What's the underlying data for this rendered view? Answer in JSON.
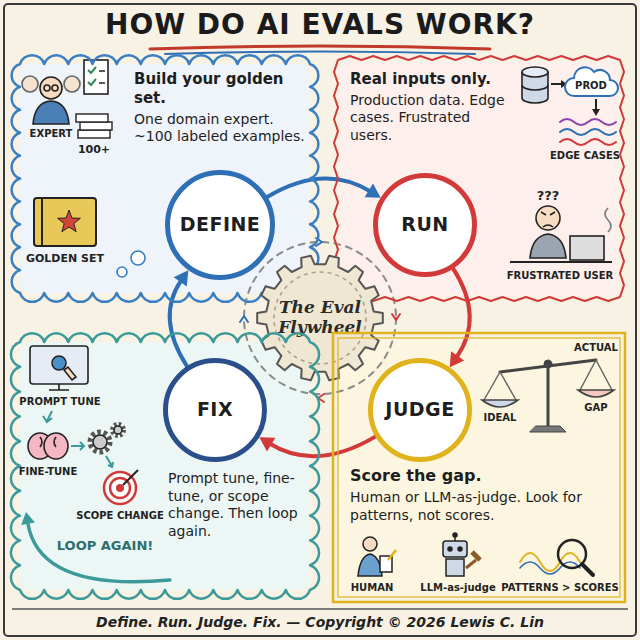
{
  "diagram": {
    "title": "HOW DO AI EVALS WORK?",
    "caption": "Define. Run. Judge. Fix. — Copyright © 2026 Lewis C. Lin",
    "nodes": [
      {
        "text": [
          "Build your golden set.",
          "One domain expert. ~100 labeled examples."
        ]
      },
      {
        "text": [
          "Real inputs only.",
          "Production data. Edge cases. Frustrated users."
        ]
      },
      {
        "text": [
          "DEFINE"
        ]
      },
      {
        "text": [
          "RUN"
        ]
      },
      {
        "text": [
          "The Eval Flywheel"
        ]
      },
      {
        "text": [
          "FIX"
        ]
      },
      {
        "text": [
          "JUDGE"
        ]
      },
      {
        "text": [
          "Prompt tune, fine-tune, or scope change. Then loop again."
        ]
      },
      {
        "text": [
          "Score the gap.",
          "Human or LLM-as-judge. Look for patterns, not scores."
        ]
      }
    ],
    "edges": [
      {
        "from": 2,
        "to": 3,
        "arrow": "to"
      },
      {
        "from": 3,
        "to": 6,
        "arrow": "to"
      },
      {
        "from": 6,
        "to": 5,
        "arrow": "to"
      },
      {
        "from": 5,
        "to": 2,
        "arrow": "to"
      }
    ],
    "labels": [
      "EXPERT",
      "100+",
      "GOLDEN SET",
      "PROD",
      "EDGE CASES",
      "???",
      "FRUSTRATED USER",
      "ACTUAL",
      "IDEAL",
      "GAP",
      "HUMAN",
      "LLM-as-judge",
      "PATTERNS > SCORES",
      "PROMPT TUNE",
      "FINE-TUNE",
      "SCOPE CHANGE",
      "LOOP AGAIN!"
    ]
  }
}
